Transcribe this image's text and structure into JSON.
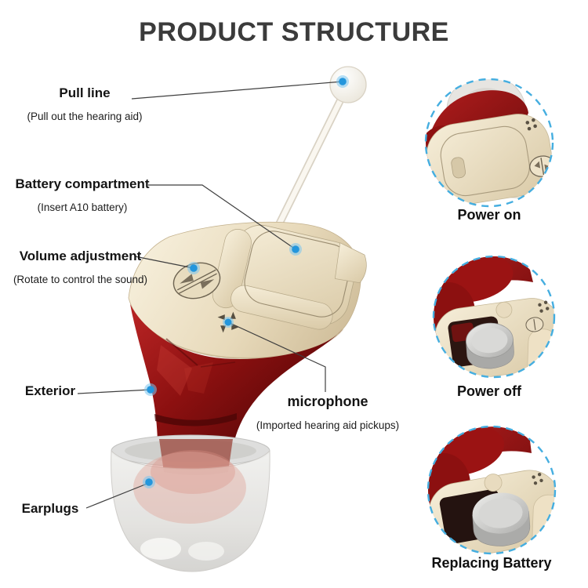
{
  "title": "PRODUCT STRUCTURE",
  "colors": {
    "accent_blue": "#2496dc",
    "inset_ring_blue": "#45aee0",
    "body_cream": "#e9dcc0",
    "exterior_red": "#8f1212",
    "title_text": "#3b3b3b",
    "label_text": "#141414"
  },
  "annotations": {
    "pull_line": {
      "title": "Pull line",
      "subtitle": "(Pull out the hearing aid)"
    },
    "battery_compartment": {
      "title": "Battery compartment",
      "subtitle": "(Insert A10 battery)"
    },
    "volume_adjustment": {
      "title": "Volume adjustment",
      "subtitle": "(Rotate to control the sound)"
    },
    "exterior": {
      "title": "Exterior"
    },
    "microphone": {
      "title": "microphone",
      "subtitle": "(Imported hearing aid pickups)"
    },
    "earplugs": {
      "title": "Earplugs"
    }
  },
  "insets": [
    {
      "label": "Power on"
    },
    {
      "label": "Power off"
    },
    {
      "label": "Replacing Battery"
    }
  ]
}
